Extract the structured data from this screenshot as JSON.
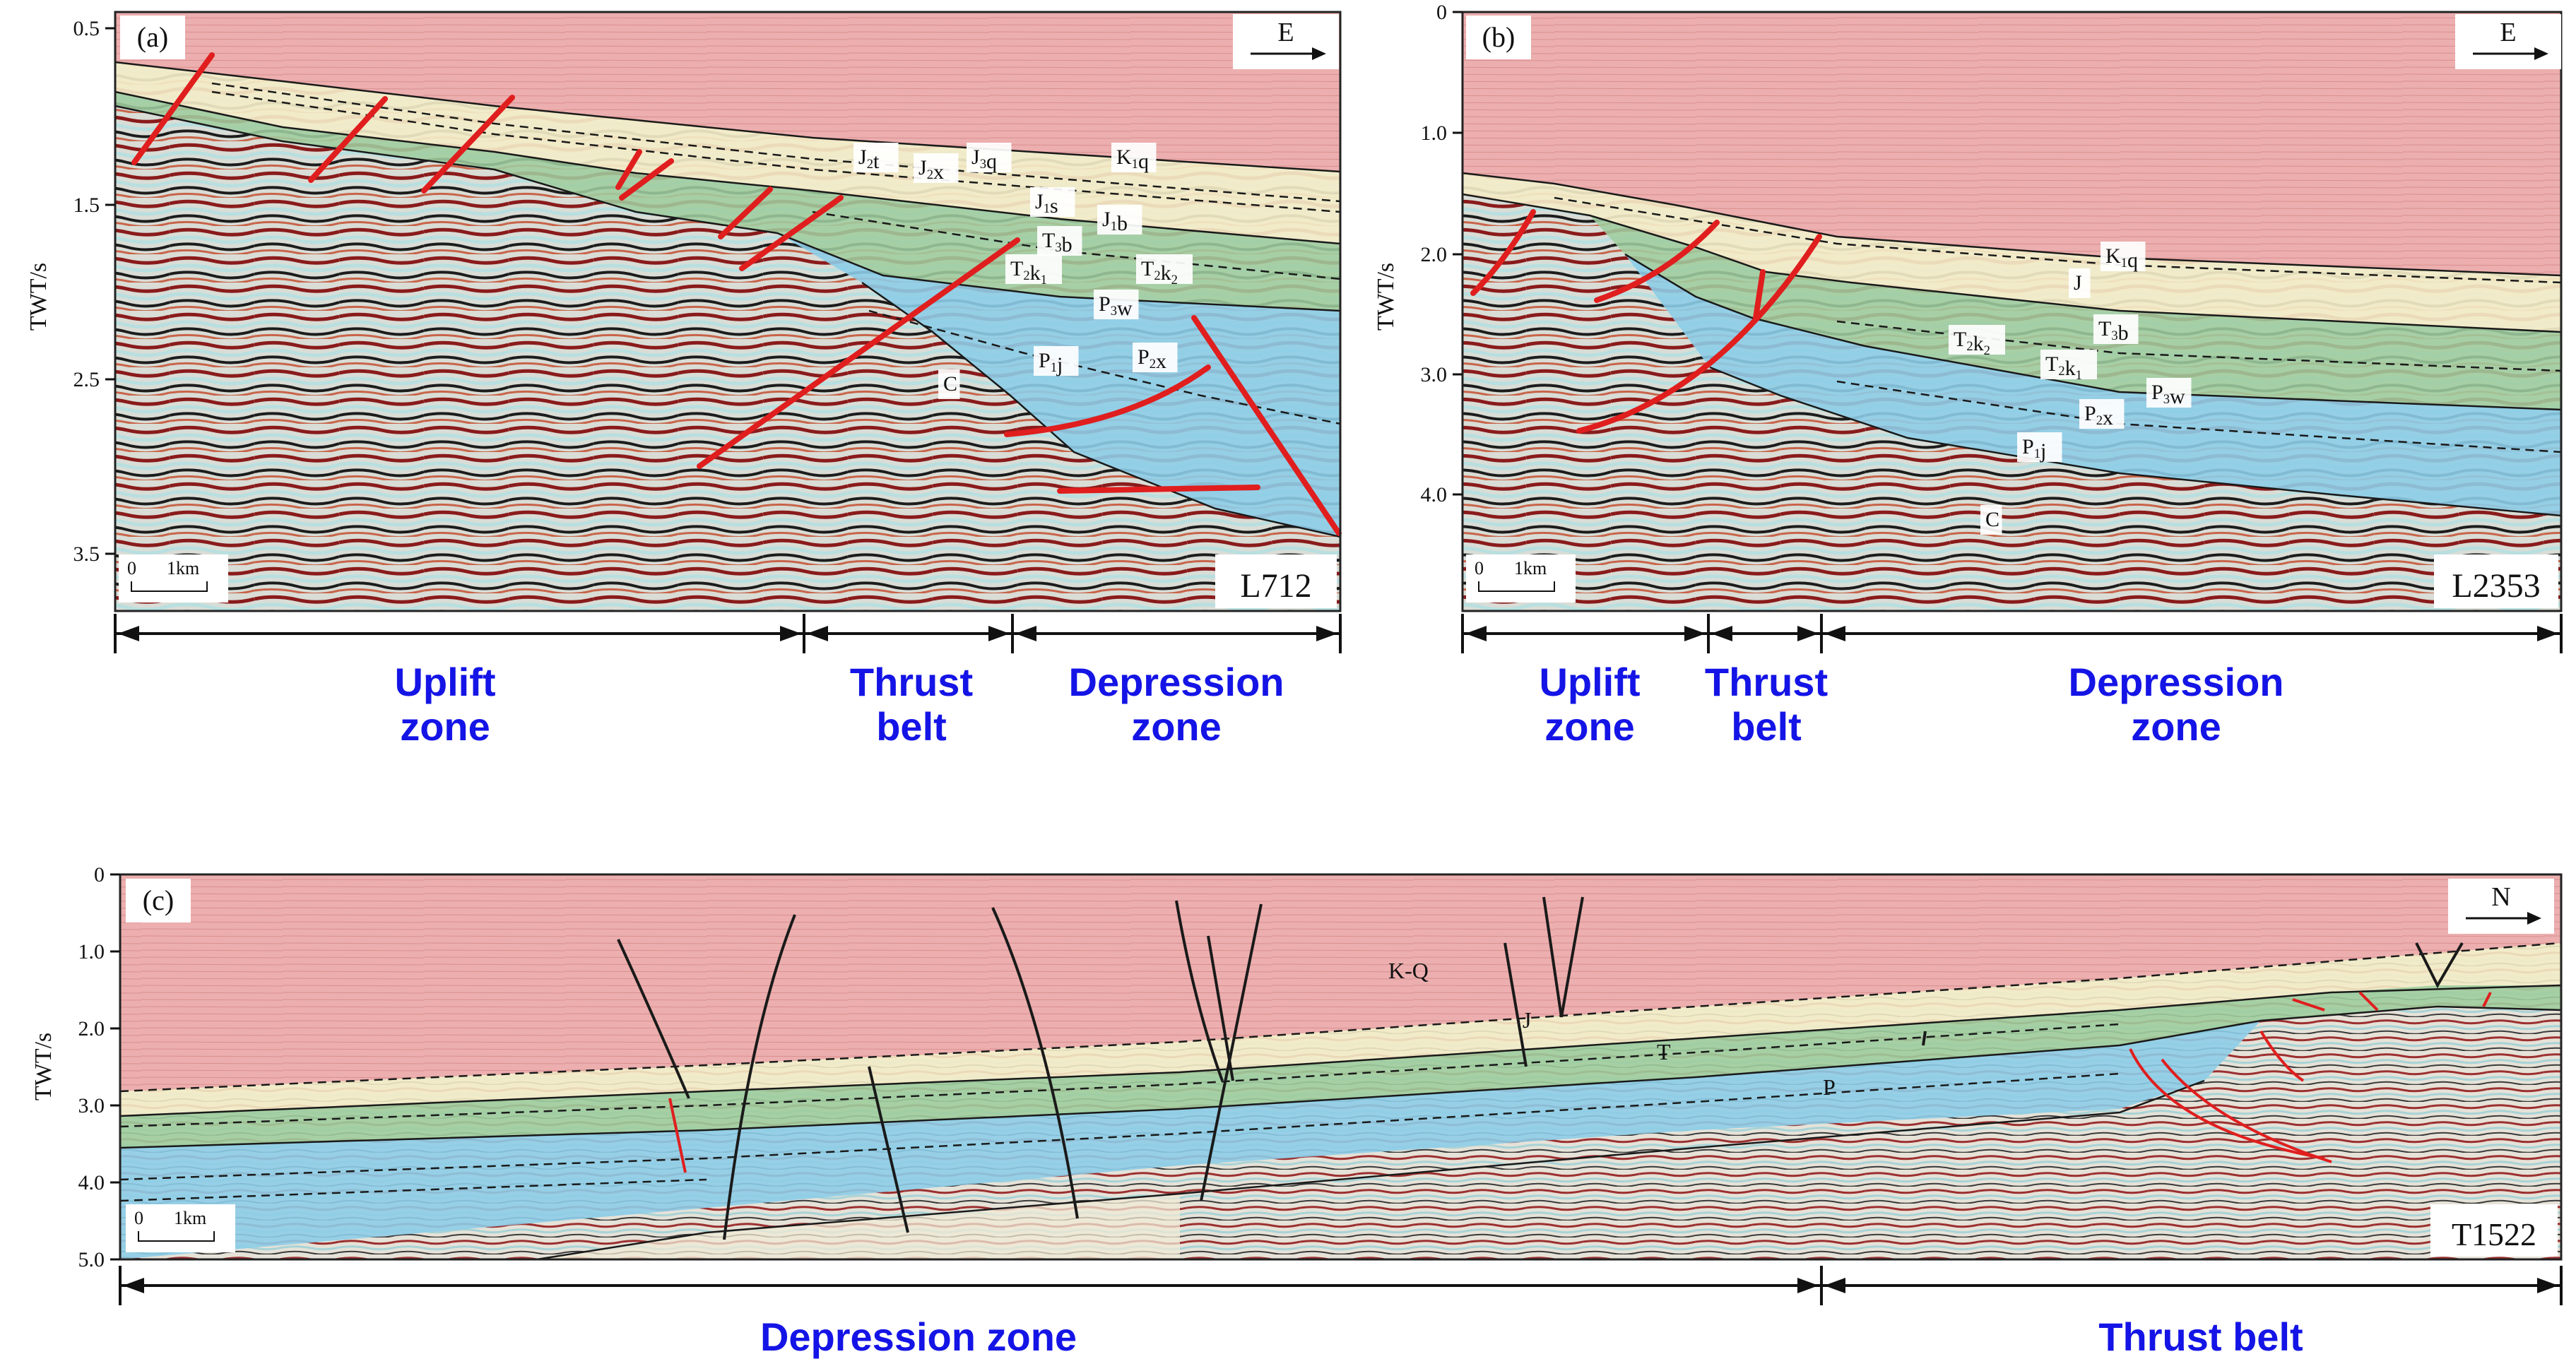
{
  "figure": {
    "colors": {
      "sky": "#ecaeae",
      "jurassic": "#f3ecc8",
      "triassic": "#9fcd9f",
      "permian": "#8dcde8",
      "fault_major": "#e01e1e",
      "fault_minor": "#1a1a1a",
      "zone_label": "#1414e6"
    },
    "panels": [
      {
        "id": "(a)",
        "line": "L712",
        "arrow": "E",
        "ylabel": "TWT/s",
        "yticks": [
          "0.5",
          "1.5",
          "2.5",
          "3.5"
        ],
        "scale": "1km",
        "scale_zero": "0",
        "units": [
          "J2t",
          "J2x",
          "J3q",
          "K1q",
          "J1s",
          "J1b",
          "T3b",
          "T2k1",
          "T2k2",
          "P3w",
          "P1j",
          "P2x",
          "C"
        ],
        "zones": [
          {
            "line1": "Uplift",
            "line2": "zone"
          },
          {
            "line1": "Thrust",
            "line2": "belt"
          },
          {
            "line1": "Depression",
            "line2": "zone"
          }
        ]
      },
      {
        "id": "(b)",
        "line": "L2353",
        "arrow": "E",
        "ylabel": "TWT/s",
        "yticks": [
          "0",
          "1.0",
          "2.0",
          "3.0",
          "4.0"
        ],
        "scale": "1km",
        "scale_zero": "0",
        "units": [
          "K1q",
          "J",
          "T3b",
          "T2k2",
          "T2k1",
          "P3w",
          "P2x",
          "P1j",
          "C"
        ],
        "zones": [
          {
            "line1": "Uplift",
            "line2": "zone"
          },
          {
            "line1": "Thrust",
            "line2": "belt"
          },
          {
            "line1": "Depression",
            "line2": "zone"
          }
        ]
      },
      {
        "id": "(c)",
        "line": "T1522",
        "arrow": "N",
        "ylabel": "TWT/s",
        "yticks": [
          "0",
          "1.0",
          "2.0",
          "3.0",
          "4.0",
          "5.0"
        ],
        "scale": "1km",
        "scale_zero": "0",
        "units": [
          "K-Q",
          "J",
          "T",
          "P"
        ],
        "zones": [
          {
            "line1": "Depression zone"
          },
          {
            "line1": "Thrust belt"
          }
        ]
      }
    ]
  }
}
